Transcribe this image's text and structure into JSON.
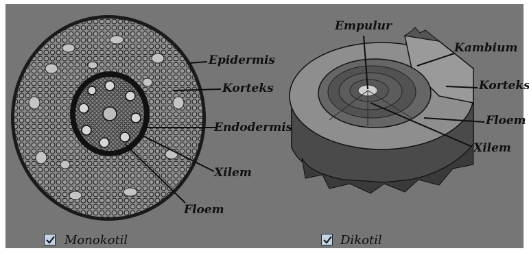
{
  "monocot": {
    "labels": {
      "epidermis": "Epidermis",
      "korteks": "Korteks",
      "endodermis": "Endodermis",
      "xilem": "Xilem",
      "floem": "Floem"
    },
    "caption": "Monokotil",
    "checked": true
  },
  "dicot": {
    "labels": {
      "empulur": "Empulur",
      "kambium": "Kambium",
      "korteks": "Korteks",
      "floem": "Floem",
      "xilem": "Xilem"
    },
    "caption": "Dikotil",
    "checked": true
  },
  "colors": {
    "background": "#767676",
    "ink": "#101010",
    "checkbox_fill": "#c8d3e2"
  }
}
